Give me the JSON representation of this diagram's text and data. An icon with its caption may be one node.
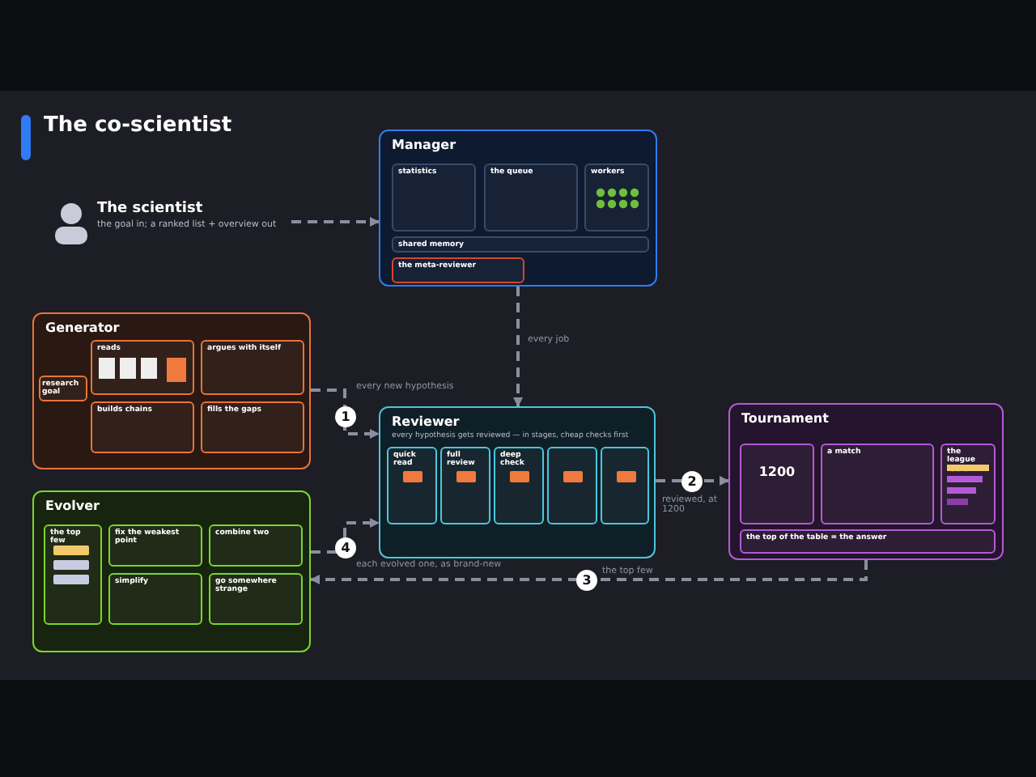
{
  "diagram": {
    "title": "The co-scientist",
    "nodes": [
      {
        "text": [
          "The scientist",
          "the goal in; a ranked list + overview out"
        ]
      },
      {
        "text": [
          "Manager"
        ]
      },
      {
        "text": [
          "statistics"
        ],
        "in": 1
      },
      {
        "text": [
          "the queue"
        ],
        "in": 1
      },
      {
        "text": [
          "workers"
        ],
        "in": 1
      },
      {
        "text": [
          "shared memory"
        ],
        "in": 1
      },
      {
        "text": [
          "the meta-reviewer"
        ],
        "in": 1
      },
      {
        "text": [
          "Generator"
        ]
      },
      {
        "text": [
          "research goal"
        ],
        "in": 7
      },
      {
        "text": [
          "reads"
        ],
        "in": 7
      },
      {
        "text": [
          "argues with itself"
        ],
        "in": 7
      },
      {
        "text": [
          "builds chains"
        ],
        "in": 7
      },
      {
        "text": [
          "fills the gaps"
        ],
        "in": 7
      },
      {
        "text": [
          "Reviewer",
          "every hypothesis gets reviewed — in stages, cheap checks first"
        ]
      },
      {
        "text": [
          "quick read"
        ],
        "in": 13
      },
      {
        "text": [
          "full review"
        ],
        "in": 13
      },
      {
        "text": [
          "deep check"
        ],
        "in": 13
      },
      {
        "text": [],
        "shape": "box",
        "in": 13
      },
      {
        "text": [],
        "shape": "box",
        "in": 13
      },
      {
        "text": [
          "Tournament"
        ]
      },
      {
        "text": [
          "1200"
        ],
        "in": 19
      },
      {
        "text": [
          "a match"
        ],
        "in": 19
      },
      {
        "text": [
          "the league table"
        ],
        "in": 19
      },
      {
        "text": [
          "the top of the table = the answer"
        ],
        "in": 19
      },
      {
        "text": [
          "Evolver"
        ]
      },
      {
        "text": [
          "the top few"
        ],
        "in": 24
      },
      {
        "text": [
          "fix the weakest point"
        ],
        "in": 24
      },
      {
        "text": [
          "combine two"
        ],
        "in": 24
      },
      {
        "text": [
          "simplify"
        ],
        "in": 24
      },
      {
        "text": [
          "go somewhere strange"
        ],
        "in": 24
      }
    ],
    "edges": [
      {
        "from": 0,
        "to": 1,
        "arrow": "to",
        "style": "dashed"
      },
      {
        "from": 1,
        "to": 13,
        "arrow": "to",
        "style": "dashed",
        "label": "every job"
      },
      {
        "from": 7,
        "to": 13,
        "arrow": "to",
        "style": "dashed",
        "label": "every new hypothesis"
      },
      {
        "from": 13,
        "to": 19,
        "arrow": "to",
        "style": "dashed",
        "label": "reviewed, at 1200"
      },
      {
        "from": 19,
        "to": 24,
        "arrow": "to",
        "style": "dashed",
        "label": "the top few"
      },
      {
        "from": 24,
        "to": 13,
        "arrow": "to",
        "style": "dashed",
        "label": "each evolved one, as brand-new"
      }
    ],
    "labels": [
      "1",
      "2",
      "3",
      "4"
    ]
  }
}
